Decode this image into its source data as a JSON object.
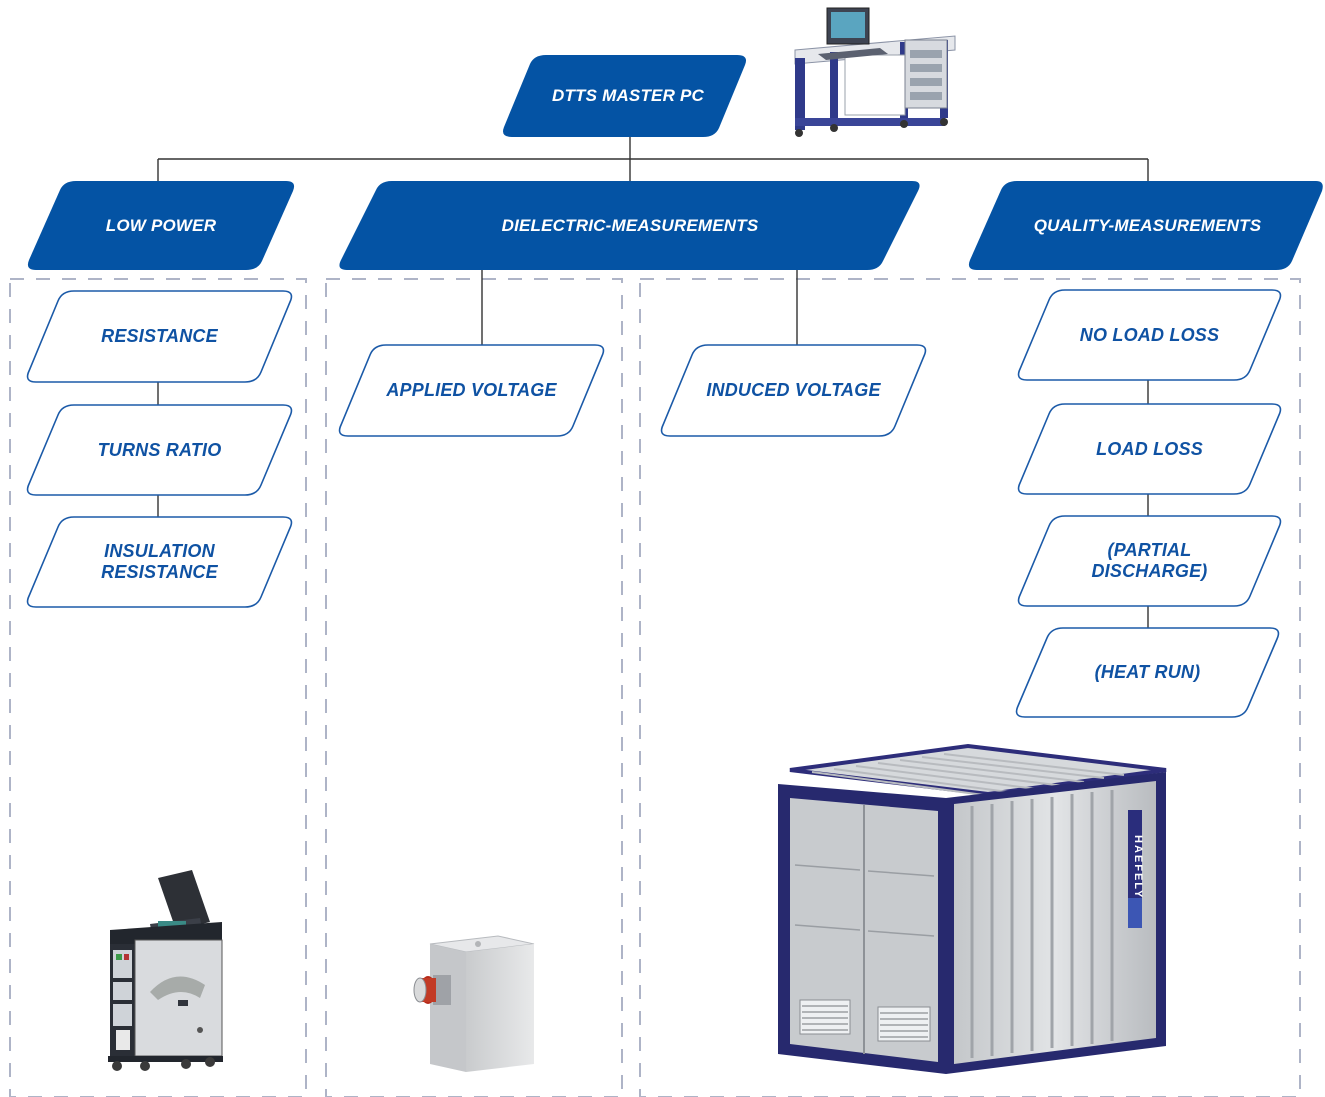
{
  "colors": {
    "primary_blue": "#0453a4",
    "outline_blue": "#1b5aa8",
    "connector": "#333333",
    "dashed_border": "#aeb4c7"
  },
  "root": {
    "label": "DTTS MASTER PC",
    "image": "master-pc-workstation"
  },
  "categories": [
    {
      "label": "LOW POWER"
    },
    {
      "label": "DIELECTRIC-MEASUREMENTS"
    },
    {
      "label": "QUALITY-MEASUREMENTS"
    }
  ],
  "low_power": {
    "items": [
      "RESISTANCE",
      "TURNS RATIO",
      "INSULATION\nRESISTANCE"
    ],
    "image": "low-power-test-cart"
  },
  "dielectric": {
    "applied": {
      "label": "APPLIED VOLTAGE",
      "image": "applied-voltage-transformer"
    },
    "induced": {
      "label": "INDUCED VOLTAGE"
    }
  },
  "quality": {
    "items": [
      "NO LOAD LOSS",
      "LOAD LOSS",
      "(PARTIAL\nDISCHARGE)",
      "(HEAT RUN)"
    ]
  },
  "container": {
    "label": "HAEFELY",
    "image": "test-system-container"
  }
}
